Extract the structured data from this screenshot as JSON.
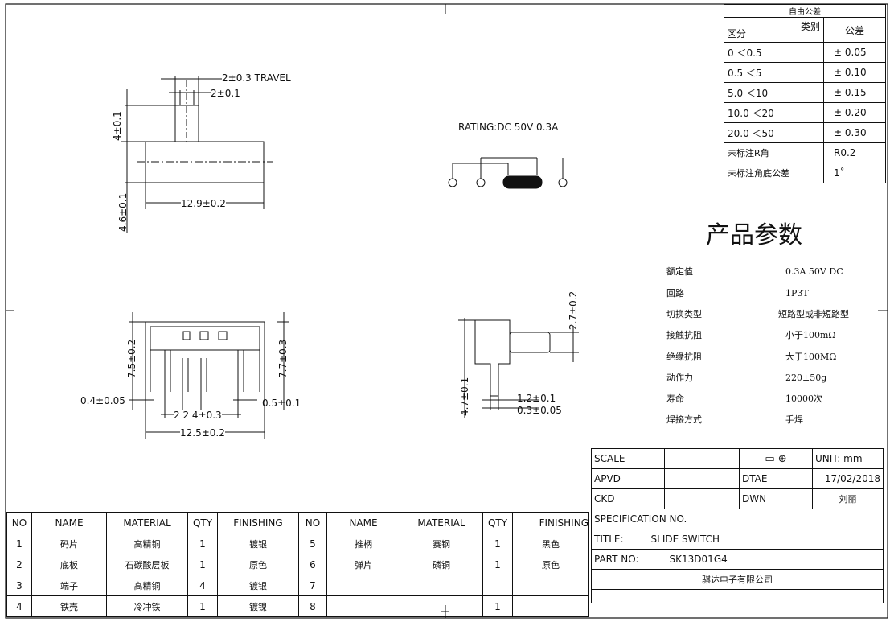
{
  "tolerance": {
    "title": "自由公差",
    "header_type": "类别",
    "header_section": "区分",
    "header_tol": "公差",
    "rows": [
      {
        "range": "0    ＜0.5",
        "tol": "± 0.05"
      },
      {
        "range": "0.5    ＜5",
        "tol": "± 0.10"
      },
      {
        "range": "5.0    ＜10",
        "tol": "± 0.15"
      },
      {
        "range": "10.0   ＜20",
        "tol": "± 0.20"
      },
      {
        "range": "20.0   ＜50",
        "tol": "± 0.30"
      },
      {
        "range": "未标注R角",
        "tol": "R0.2"
      },
      {
        "range": "未标注角底公差",
        "tol": "1˚"
      }
    ]
  },
  "params": {
    "title": "产品参数",
    "items": [
      {
        "label": "额定值",
        "value": "0.3A 50V DC"
      },
      {
        "label": "回路",
        "value": "1P3T"
      },
      {
        "label": "切换类型",
        "value": "短路型或非短路型"
      },
      {
        "label": "接触抗阻",
        "value": "小于100mΩ"
      },
      {
        "label": "绝缘抗阻",
        "value": "大于100MΩ"
      },
      {
        "label": "动作力",
        "value": "220±50g"
      },
      {
        "label": "寿命",
        "value": "10000次"
      },
      {
        "label": "焊接方式",
        "value": "手焊"
      }
    ]
  },
  "drawing": {
    "top_view": {
      "travel": "2±0.3   TRAVEL",
      "knob": "2±0.1",
      "knob_h": "4±0.1",
      "body_h": "4.6±0.1",
      "width": "12.9±0.2"
    },
    "rating": "RATING:DC  50V  0.3A",
    "front_view": {
      "left_h": "7.5±0.2",
      "right_h": "7.7±0.3",
      "pin_l": "0.4±0.05",
      "pin_r": "0.5±0.1",
      "pitch": "2  2  4±0.3",
      "width": "12.5±0.2"
    },
    "side_view": {
      "knob_h": "2.7±0.2",
      "body_h": "4.7±0.1",
      "pin_w": "1.2±0.1",
      "pin_t": "0.3±0.05"
    }
  },
  "title_block": {
    "scale_label": "SCALE",
    "unit": "UNIT: mm",
    "apvd_label": "APVD",
    "dtae_label": "DTAE",
    "date": "17/02/2018",
    "ckd_label": "CKD",
    "dwn_label": "DWN",
    "dwn_name": "刘丽",
    "spec": "SPECIFICATION NO.",
    "title_label": "TITLE:",
    "title": "SLIDE SWITCH",
    "part_label": "PART NO:",
    "part_no": "SK13D01G4",
    "company": "骐达电子有限公司"
  },
  "bom": {
    "headers": [
      "NO",
      "NAME",
      "MATERIAL",
      "QTY",
      "FINISHING",
      "NO",
      "NAME",
      "MATERIAL",
      "QTY",
      "FINISHING"
    ],
    "rows": [
      [
        "1",
        "码片",
        "高精铜",
        "1",
        "镀银",
        "5",
        "推柄",
        "赛钢",
        "1",
        "黑色"
      ],
      [
        "2",
        "底板",
        "石碳酸层板",
        "1",
        "原色",
        "6",
        "弹片",
        "磷铜",
        "1",
        "原色"
      ],
      [
        "3",
        "端子",
        "高精铜",
        "4",
        "镀银",
        "7",
        "",
        "",
        "",
        ""
      ],
      [
        "4",
        "铁壳",
        "冷冲铁",
        "1",
        "镀镍",
        "8",
        "",
        "",
        "1",
        ""
      ]
    ]
  }
}
